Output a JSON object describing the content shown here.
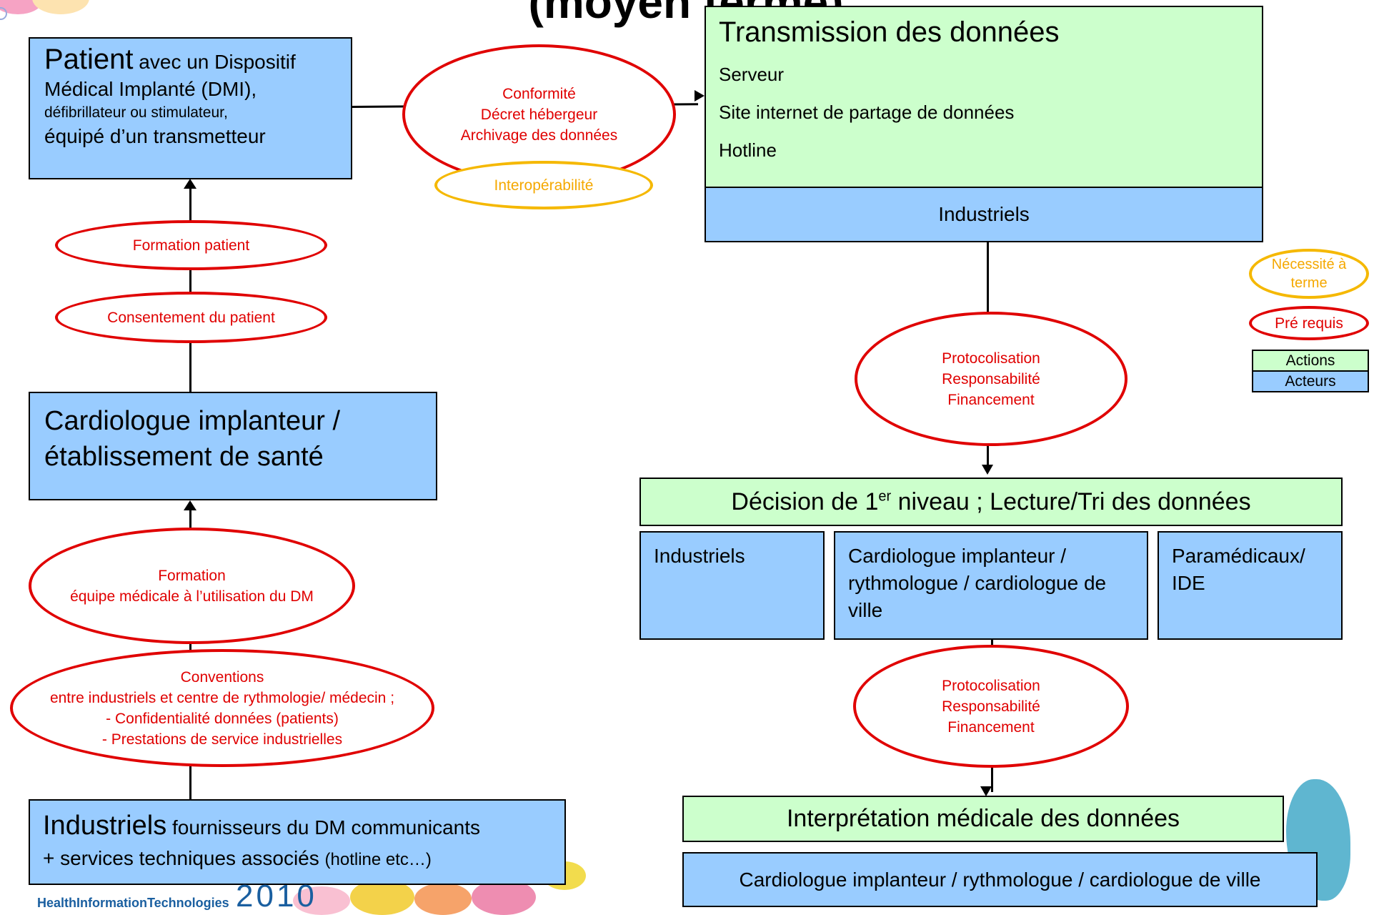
{
  "title_fragment": "(moyen terme)",
  "patient_box": {
    "title": "Patient",
    "line1_rest": " avec un Dispositif",
    "line2": "Médical Implanté (DMI),",
    "line3": "défibrillateur ou  stimulateur,",
    "line4": "équipé d’un transmetteur"
  },
  "ellipse_compliance": {
    "line1": "Conformité",
    "line2": "Décret hébergeur",
    "line3": "Archivage des données"
  },
  "ellipse_interop": {
    "label": "Interopérabilité"
  },
  "transmission_box": {
    "title": "Transmission des données",
    "items": [
      "Serveur",
      "Site internet de partage de données",
      "Hotline"
    ],
    "actor": "Industriels"
  },
  "ellipse_formation_patient": {
    "label": "Formation patient"
  },
  "ellipse_consentement": {
    "label": "Consentement du patient"
  },
  "legend": {
    "necessite": "Nécessité à terme",
    "prerequis": "Pré requis",
    "actions": "Actions",
    "acteurs": "Acteurs"
  },
  "ellipse_protocol_1": {
    "line1": "Protocolisation",
    "line2": "Responsabilité",
    "line3": "Financement"
  },
  "cardio_box": {
    "line1": "Cardiologue implanteur /",
    "line2": "établissement de santé"
  },
  "decision_box": {
    "pre": "Décision de 1",
    "sup": "er",
    "post": " niveau ; Lecture/Tri des données"
  },
  "decision_actors": {
    "industriels": "Industriels",
    "cardio": "Cardiologue implanteur / rythmologue / cardiologue de ville",
    "paramedicaux": "Paramédicaux/ IDE"
  },
  "ellipse_formation_equipe": {
    "line1": "Formation",
    "line2": "équipe médicale à l’utilisation du DM"
  },
  "ellipse_protocol_2": {
    "line1": "Protocolisation",
    "line2": "Responsabilité",
    "line3": "Financement"
  },
  "ellipse_conventions": {
    "line1": "Conventions",
    "line2": "entre industriels et centre  de rythmologie/ médecin ;",
    "line3": "- Confidentialité données (patients)",
    "line4": "- Prestations de service industrielles"
  },
  "industriels_box": {
    "title": "Industriels",
    "line1_rest": " fournisseurs du DM communicants",
    "line2": "+ services techniques associés ",
    "line2_small": "(hotline etc…)"
  },
  "interpretation_box": {
    "title": "Interprétation médicale des données",
    "actor": "Cardiologue implanteur / rythmologue / cardiologue de ville"
  },
  "footer_logo": {
    "text": "HealthInformationTechnologies",
    "year": "2010"
  },
  "colors": {
    "actor_blue": "#99ccff",
    "action_green": "#ccffcc",
    "prerequis_red": "#e00000",
    "necessite_orange": "#f5b800"
  }
}
